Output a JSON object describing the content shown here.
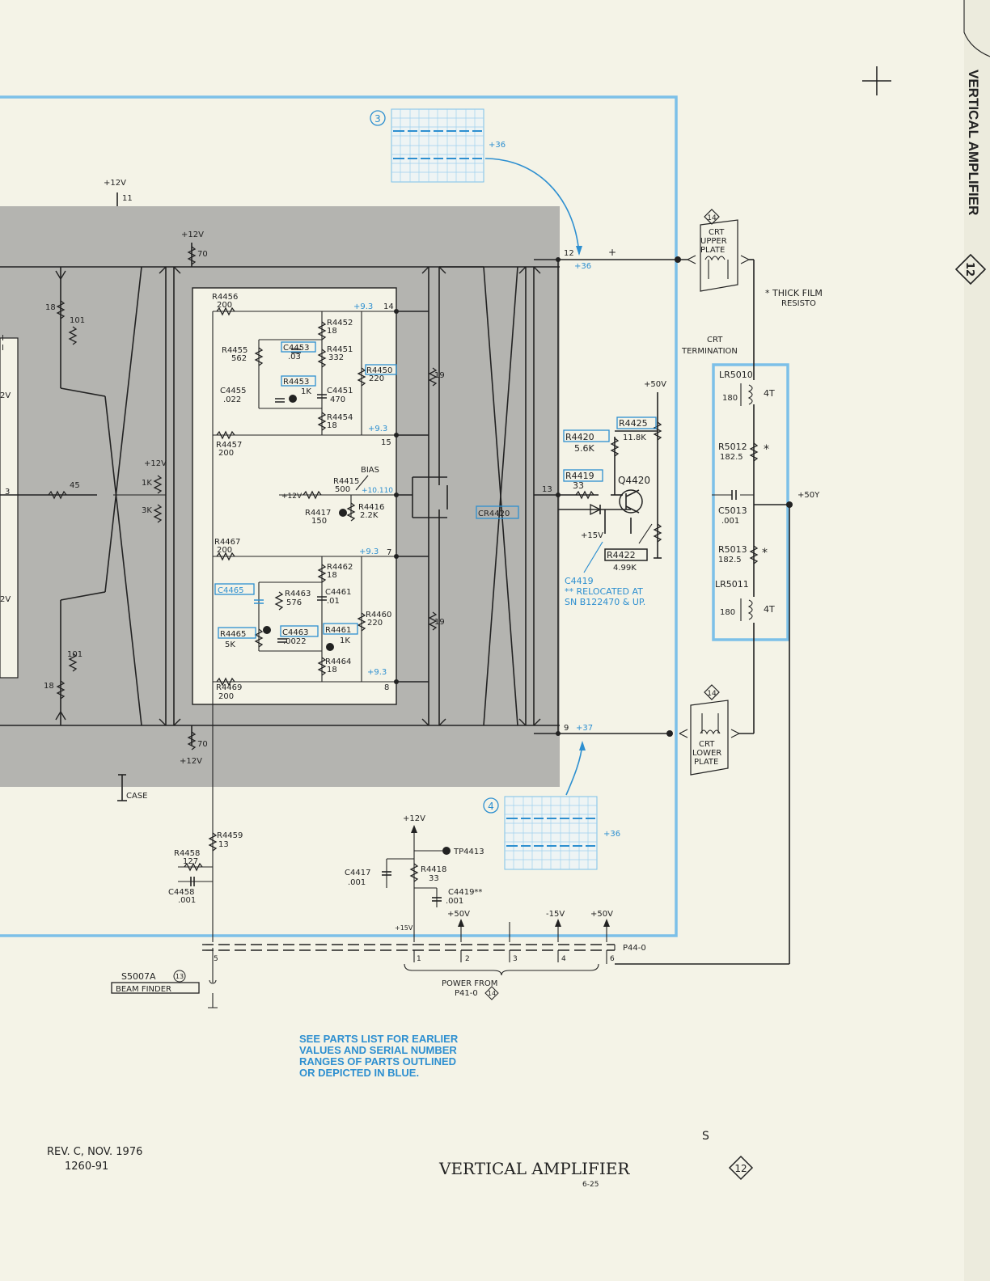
{
  "side_tab": {
    "title": "VERTICAL AMPLIFIER",
    "number": "12"
  },
  "footer": {
    "revision": "REV. C, NOV. 1976",
    "part_number": "1260-91",
    "title": "VERTICAL AMPLIFIER",
    "page": "6-25",
    "section": "12",
    "mark": "S"
  },
  "note": {
    "lines": [
      "SEE PARTS LIST FOR EARLIER",
      "VALUES AND SERIAL NUMBER",
      "RANGES OF PARTS OUTLINED",
      "OR DEPICTED IN BLUE."
    ]
  },
  "waveforms": [
    {
      "ref": "3",
      "level": "+36"
    },
    {
      "ref": "4",
      "level": "+36"
    }
  ],
  "labels": {
    "plus12v": "+12V",
    "pin11": "11",
    "pin70_top": "70",
    "pin70_bot": "70",
    "r18_top": "18",
    "r101_top": "101",
    "r45": "45",
    "r101_bot": "101",
    "r18_bot": "18",
    "r1k": "1K",
    "r3k": "3K",
    "plus12v_mid": "+12V",
    "plus12v_bottom": "+12V",
    "case": "CASE",
    "edge_v1": "2V",
    "edge_3": "3",
    "edge_v2": "2V",
    "edge_i1": "I",
    "edge_i2": "I"
  },
  "hybrid": {
    "r4456": "R4456",
    "r4456_val": "200",
    "v93_a": "+9.3",
    "pin14": "14",
    "r4452": "R4452",
    "r4452_val": "18",
    "r4455": "R4455",
    "r4455_val": "562",
    "c4453": "C4453",
    "c4453_val": ".03",
    "r4451": "R4451",
    "r4451_val": "332",
    "r4450": "R4450",
    "r4450_val": "220",
    "r4453": "R4453",
    "r4453_val": "1K",
    "c4455": "C4455",
    "c4455_val": ".022",
    "c4451": "C4451",
    "c4451_val": "470",
    "r4454": "R4454",
    "r4454_val": "18",
    "v93_b": "+9.3",
    "r4457": "R4457",
    "r4457_val": "200",
    "pin15": "15",
    "bias": "BIAS",
    "r4415": "R4415",
    "r4415_val": "500",
    "plus12v_bias": "+12V",
    "v10": "+10.110",
    "r4417": "R4417",
    "r4417_val": "150",
    "r4416": "R4416",
    "r4416_val": "2.2K",
    "r4467": "R4467",
    "r4467_val": "200",
    "v93_c": "+9.3",
    "pin7": "7",
    "r4462": "R4462",
    "r4462_val": "18",
    "c4465": "C4465",
    "r4463": "R4463",
    "r4463_val": "576",
    "c4461": "C4461",
    "c4461_val": ".01",
    "r4460": "R4460",
    "r4460_val": "220",
    "r4465": "R4465",
    "r4465_val": "5K",
    "c4463": "C4463",
    "c4463_val": ".0022",
    "r4461": "R4461",
    "r4461_val": "1K",
    "r4464": "R4464",
    "r4464_val": "18",
    "v93_d": "+9.3",
    "r4469": "R4469",
    "r4469_val": "200",
    "pin8": "8",
    "r19_top": "19",
    "r19_bot": "19"
  },
  "output": {
    "pin12": "12",
    "plus_sign": "+",
    "v36": "+36",
    "pin13": "13",
    "pin9": "9",
    "v37": "+37",
    "plus50v": "+50V",
    "r4425": "R4425",
    "r4425_val": "11.8K",
    "r4420": "R4420",
    "r4420_val": "5.6K",
    "r4419": "R4419",
    "r4419_val": "33",
    "q4420": "Q4420",
    "cr4420": "CR4420",
    "plus15v": "+15V",
    "r4422": "R4422",
    "r4422_val": "4.99K",
    "c4419": "C4419",
    "relocated_1": "** RELOCATED AT",
    "relocated_2": "SN B122470 & UP."
  },
  "crt": {
    "upper_ref": "14",
    "upper_1": "CRT",
    "upper_2": "UPPER",
    "upper_3": "PLATE",
    "lower_ref": "14",
    "lower_1": "CRT",
    "lower_2": "LOWER",
    "lower_3": "PLATE",
    "thick_1": "* THICK FILM",
    "thick_2": "RESISTO",
    "term_1": "CRT",
    "term_2": "TERMINATION",
    "lr5010": "LR5010",
    "lr5010_r": "180",
    "lr5010_t": "4T",
    "r5012": "R5012",
    "r5012_val": "182.5",
    "star1": "*",
    "c5013": "C5013",
    "c5013_val": ".001",
    "r5013": "R5013",
    "r5013_val": "182.5",
    "star2": "*",
    "lr5011": "LR5011",
    "lr5011_r": "180",
    "lr5011_t": "4T",
    "plus50y": "+50Y"
  },
  "bottom": {
    "r4459": "R4459",
    "r4459_val": "13",
    "r4458": "R4458",
    "r4458_val": "127",
    "c4458": "C4458",
    "c4458_val": ".001",
    "s5007": "S5007A",
    "s5007_ref": "13",
    "beam": "BEAM FINDER",
    "plus12v": "+12V",
    "tp4413": "TP4413",
    "c4417": "C4417",
    "c4417_val": ".001",
    "r4418": "R4418",
    "r4418_val": "33",
    "c4419": "C4419**",
    "c4419_val": ".001",
    "plus15v": "+15V",
    "plus50v": "+50V",
    "minus15v": "-15V",
    "plus50v_b": "+50V",
    "p44": "P44-0",
    "pin5": "5",
    "pin1": "1",
    "pin2": "2",
    "pin3": "3",
    "pin4": "4",
    "pin6": "6",
    "power_1": "POWER FROM",
    "power_2": "P41-0",
    "power_ref": "14"
  }
}
